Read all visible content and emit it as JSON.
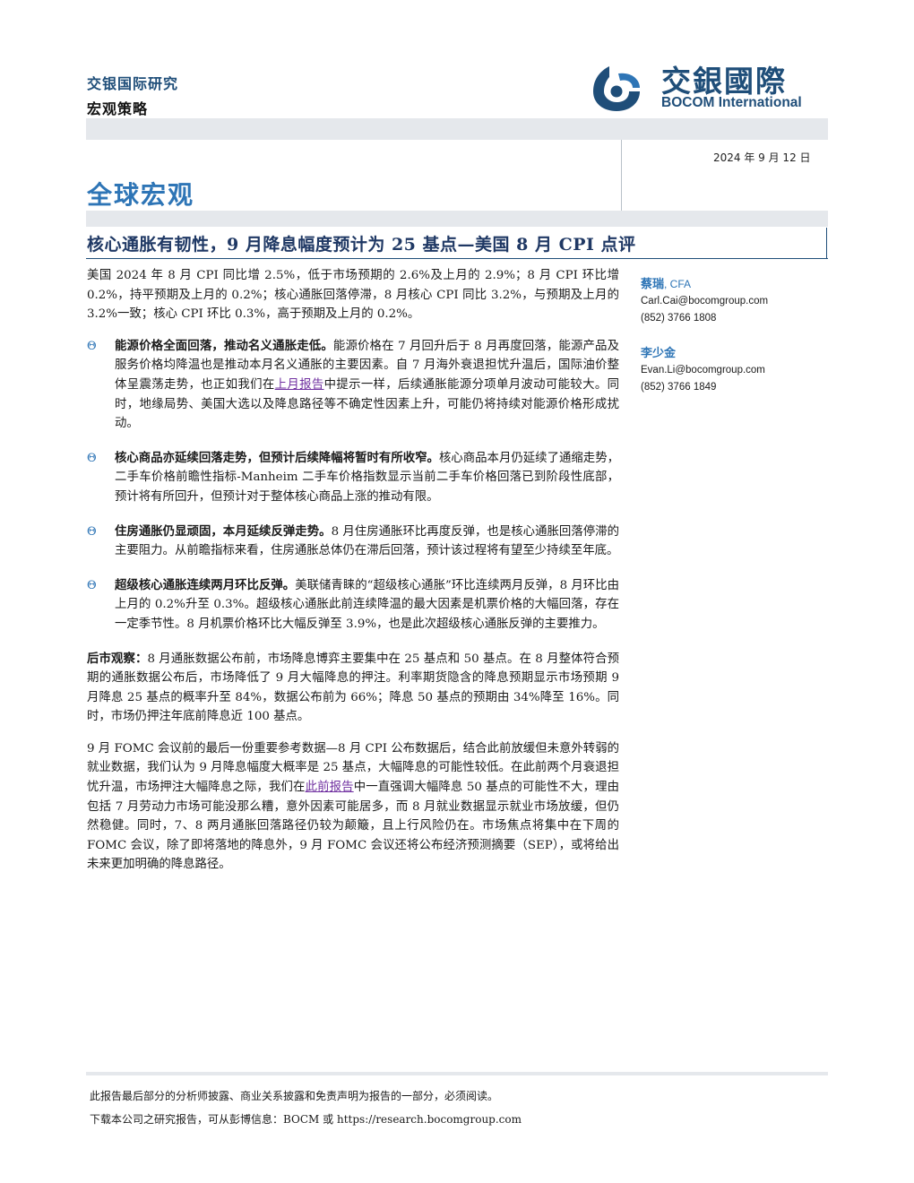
{
  "header": {
    "org": "交银国际研究",
    "category": "宏观策略",
    "logo_cn": "交銀國際",
    "logo_en": "BOCOM International",
    "date": "2024 年 9 月 12 日",
    "section": "全球宏观",
    "headline": "核心通胀有韧性，9 月降息幅度预计为 25 基点—美国 8 月 CPI 点评"
  },
  "colors": {
    "brand": "#1f4e79",
    "accent": "#2e75b6",
    "link": "#7030a0",
    "band": "#e5e8ec"
  },
  "body": {
    "intro": "美国 2024 年 8 月 CPI 同比增 2.5%，低于市场预期的 2.6%及上月的 2.9%；8 月 CPI 环比增 0.2%，持平预期及上月的 0.2%；核心通胀回落停滞，8 月核心 CPI 同比 3.2%，与预期及上月的 3.2%一致；核心 CPI 环比 0.3%，高于预期及上月的 0.2%。",
    "bullet_icon": "theta-bullet-icon",
    "bullet_marker": "Θ",
    "bullets": [
      {
        "title": "能源价格全面回落，推动名义通胀走低。",
        "text_a": "能源价格在 7 月回升后于 8 月再度回落，能源产品及服务价格均降温也是推动本月名义通胀的主要因素。自 7 月海外衰退担忧升温后，国际油价整体呈震荡走势，也正如我们在",
        "link": "上月报告",
        "text_b": "中提示一样，后续通胀能源分项单月波动可能较大。同时，地缘局势、美国大选以及降息路径等不确定性因素上升，可能仍将持续对能源价格形成扰动。"
      },
      {
        "title": "核心商品亦延续回落走势，但预计后续降幅将暂时有所收窄。",
        "text": "核心商品本月仍延续了通缩走势，二手车价格前瞻性指标-Manheim 二手车价格指数显示当前二手车价格回落已到阶段性底部，预计将有所回升，但预计对于整体核心商品上涨的推动有限。"
      },
      {
        "title": "住房通胀仍显顽固，本月延续反弹走势。",
        "text": "8 月住房通胀环比再度反弹，也是核心通胀回落停滞的主要阻力。从前瞻指标来看，住房通胀总体仍在滞后回落，预计该过程将有望至少持续至年底。"
      },
      {
        "title": "超级核心通胀连续两月环比反弹。",
        "text": "美联储青睐的“超级核心通胀”环比连续两月反弹，8 月环比由上月的 0.2%升至 0.3%。超级核心通胀此前连续降温的最大因素是机票价格的大幅回落，存在一定季节性。8 月机票价格环比大幅反弹至 3.9%，也是此次超级核心通胀反弹的主要推力。"
      }
    ],
    "outlook_label": "后市观察：",
    "outlook_text": "8 月通胀数据公布前，市场降息博弈主要集中在 25 基点和 50 基点。在 8 月整体符合预期的通胀数据公布后，市场降低了 9 月大幅降息的押注。利率期货隐含的降息预期显示市场预期 9 月降息 25 基点的概率升至 84%，数据公布前为 66%；降息 50 基点的预期由 34%降至 16%。同时，市场仍押注年底前降息近 100 基点。",
    "para2_a": "9 月 FOMC 会议前的最后一份重要参考数据—8 月 CPI 公布数据后，结合此前放缓但未意外转弱的就业数据，我们认为 9 月降息幅度大概率是 25 基点，大幅降息的可能性较低。在此前两个月衰退担忧升温，市场押注大幅降息之际，我们在",
    "para2_link": "此前报告",
    "para2_b": "中一直强调大幅降息 50 基点的可能性不大，理由包括 7 月劳动力市场可能没那么糟，意外因素可能居多，而 8 月就业数据显示就业市场放缓，但仍然稳健。同时，7、8 两月通胀回落路径仍较为颠簸，且上行风险仍在。市场焦点将集中在下周的 FOMC 会议，除了即将落地的降息外，9 月 FOMC 会议还将公布经济预测摘要（SEP），或将给出未来更加明确的降息路径。"
  },
  "analysts": [
    {
      "name": "蔡瑞",
      "suffix": ", CFA",
      "email": "Carl.Cai@bocomgroup.com",
      "phone": "(852) 3766 1808"
    },
    {
      "name": "李少金",
      "suffix": "",
      "email": "Evan.Li@bocomgroup.com",
      "phone": "(852) 3766 1849"
    }
  ],
  "footer": {
    "disclaimer": "此报告最后部分的分析师披露、商业关系披露和免责声明为报告的一部分，必须阅读。",
    "download": "下载本公司之研究报告，可从彭博信息：BOCM 或 https://research.bocomgroup.com"
  }
}
